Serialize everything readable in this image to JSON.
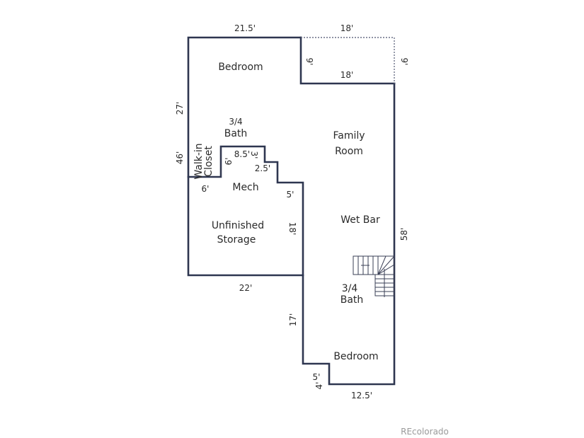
{
  "rooms": {
    "bedroom_top": "Bedroom",
    "bath_top_fraction": "3/4",
    "bath_top": "Bath",
    "walkin_1": "Walk-in",
    "walkin_2": "Closet",
    "family_1": "Family",
    "family_2": "Room",
    "mech": "Mech",
    "storage_1": "Unfinished",
    "storage_2": "Storage",
    "wet_bar": "Wet Bar",
    "bath_bottom_fraction": "3/4",
    "bath_bottom": "Bath",
    "bedroom_bottom": "Bedroom"
  },
  "dimensions": {
    "top_left": "21.5'",
    "top_right": "18'",
    "inner_width": "18'",
    "inner_left_height": "9'",
    "inner_right_height": "9'",
    "left_upper": "27'",
    "left_closet": "46'",
    "closet_width": "6'",
    "mech_top": "8.5'",
    "mech_side": "6'",
    "mech_step": "3'",
    "mech_step_width": "2.5'",
    "mech_right": "5'",
    "storage_right": "18'",
    "storage_bottom": "22'",
    "right_total": "58'",
    "lower_left": "17'",
    "notch_width": "5'",
    "notch_height": "4'",
    "bottom_width": "12.5'"
  },
  "watermark": "REcolorado"
}
